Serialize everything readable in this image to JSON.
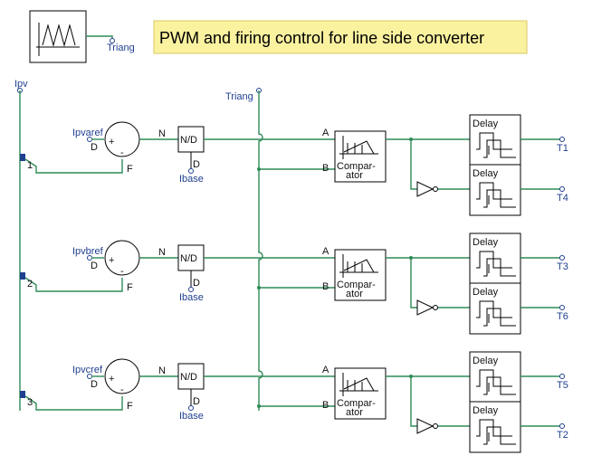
{
  "title": "PWM and firing control for line side converter",
  "colors": {
    "wire": "#2e8b57",
    "label": "#1f3f8f",
    "title_bg": "#fbf2a0",
    "title_border": "#d8c860"
  },
  "triangle_source": {
    "label": "Triang"
  },
  "bus": {
    "label": "Ipv",
    "taps": [
      "1",
      "2",
      "3"
    ]
  },
  "triang_node": {
    "label": "Triang"
  },
  "phases": [
    {
      "ref": "Ipvaref",
      "d": "D",
      "f": "F",
      "plus": "+",
      "minus": "-",
      "n": "N",
      "div": "N/D",
      "div_d": "D",
      "base": "Ibase",
      "a": "A",
      "b": "B",
      "comp1": "Compar-",
      "comp2": "ator",
      "delay_top": "Delay",
      "delay_bot": "Delay",
      "out_top": "T1",
      "out_bot": "T4"
    },
    {
      "ref": "Ipvbref",
      "d": "D",
      "f": "F",
      "plus": "+",
      "minus": "-",
      "n": "N",
      "div": "N/D",
      "div_d": "D",
      "base": "Ibase",
      "a": "A",
      "b": "B",
      "comp1": "Compar-",
      "comp2": "ator",
      "delay_top": "Delay",
      "delay_bot": "Delay",
      "out_top": "T3",
      "out_bot": "T6"
    },
    {
      "ref": "Ipvcref",
      "d": "D",
      "f": "F",
      "plus": "+",
      "minus": "-",
      "n": "N",
      "div": "N/D",
      "div_d": "D",
      "base": "Ibase",
      "a": "A",
      "b": "B",
      "comp1": "Compar-",
      "comp2": "ator",
      "delay_top": "Delay",
      "delay_bot": "Delay",
      "out_top": "T5",
      "out_bot": "T2"
    }
  ]
}
